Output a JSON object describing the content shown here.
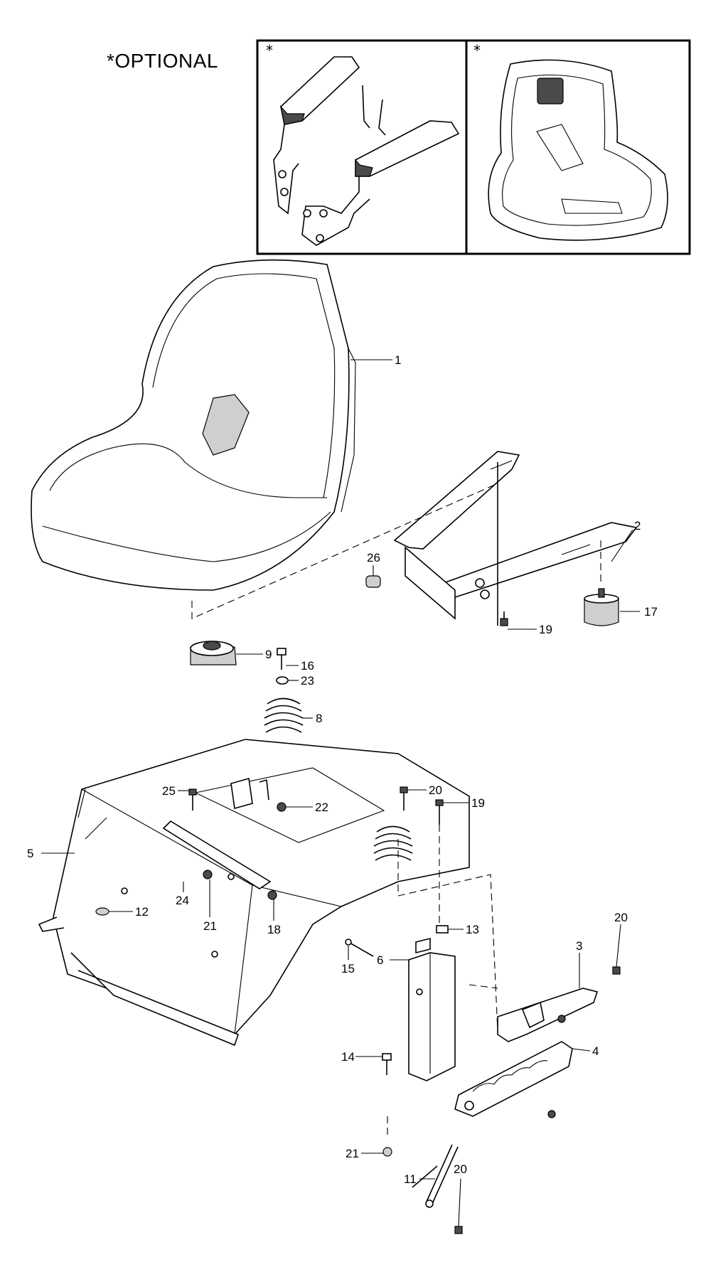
{
  "header": {
    "title": "*OPTIONAL"
  },
  "optional_panels": [
    {
      "marker": "*"
    },
    {
      "marker": "*"
    }
  ],
  "callouts": [
    {
      "label": "1"
    },
    {
      "label": "2"
    },
    {
      "label": "26"
    },
    {
      "label": "17"
    },
    {
      "label": "19"
    },
    {
      "label": "9"
    },
    {
      "label": "16"
    },
    {
      "label": "23"
    },
    {
      "label": "8"
    },
    {
      "label": "25"
    },
    {
      "label": "22"
    },
    {
      "label": "20"
    },
    {
      "label": "19"
    },
    {
      "label": "5"
    },
    {
      "label": "24"
    },
    {
      "label": "21"
    },
    {
      "label": "18"
    },
    {
      "label": "12"
    },
    {
      "label": "13"
    },
    {
      "label": "20"
    },
    {
      "label": "3"
    },
    {
      "label": "15"
    },
    {
      "label": "6"
    },
    {
      "label": "14"
    },
    {
      "label": "4"
    },
    {
      "label": "21"
    },
    {
      "label": "11"
    },
    {
      "label": "20"
    }
  ]
}
